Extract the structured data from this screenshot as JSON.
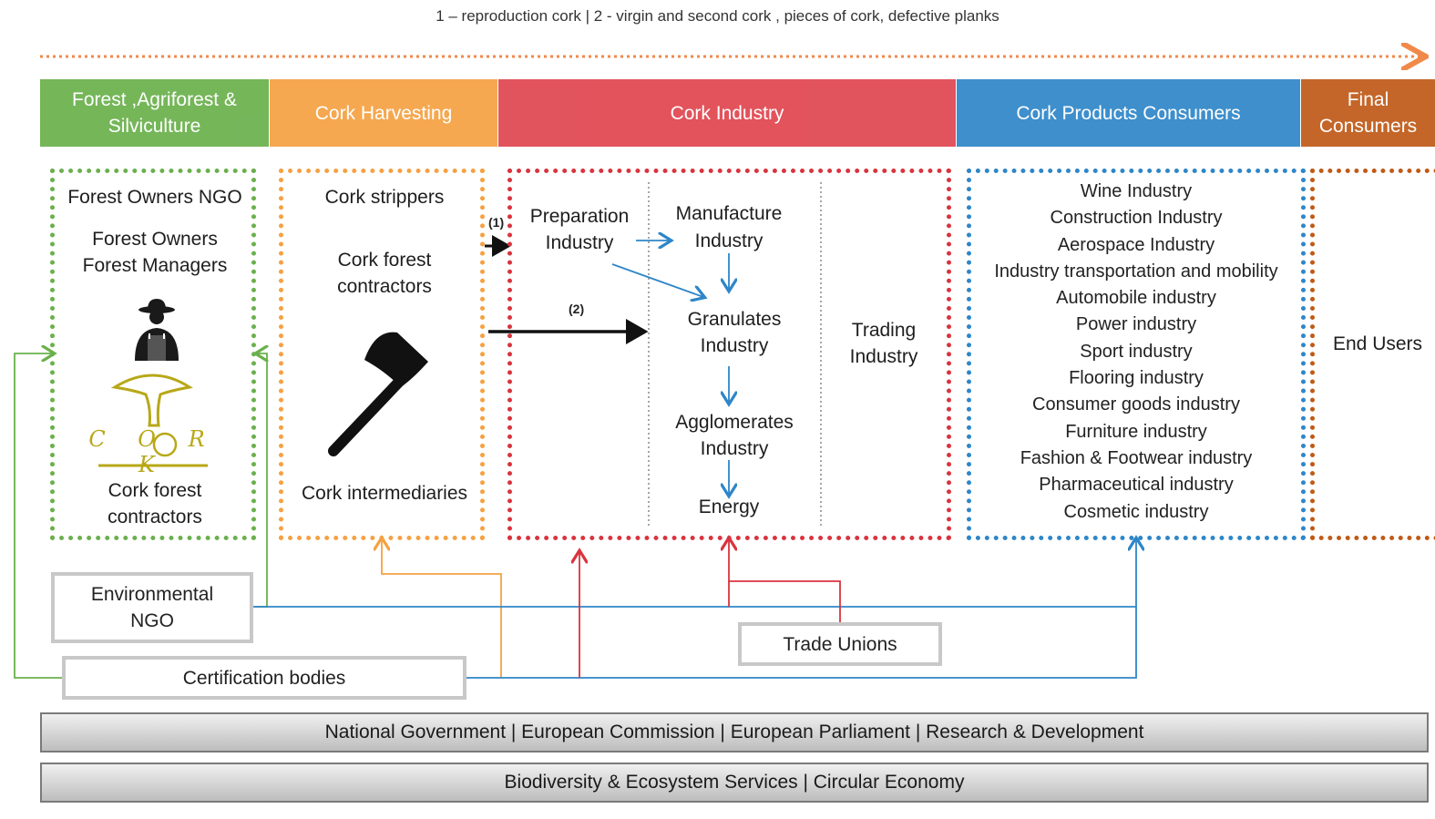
{
  "legend": "1 – reproduction cork | 2 - virgin and second cork , pieces of cork, defective planks",
  "colors": {
    "forest": "#6ab04c",
    "harvest": "#f5a142",
    "industry": "#e0454f",
    "products": "#2e86c8",
    "final": "#c05a17",
    "flow_arrow": "#f08a4b"
  },
  "stages": {
    "forest": "Forest ,Agriforest & Silviculture",
    "harvest": "Cork Harvesting",
    "industry": "Cork Industry",
    "products": "Cork Products Consumers",
    "final": "Final Consumers"
  },
  "forest_col": {
    "ngo": "Forest Owners NGO",
    "owners": "Forest Owners",
    "managers": "Forest Managers",
    "logo_letters": "C O R K",
    "contractors_1": "Cork forest",
    "contractors_2": "contractors",
    "icons": [
      "farmer-icon",
      "cork-tree-logo"
    ]
  },
  "harvest_col": {
    "strippers": "Cork strippers",
    "contractors_1": "Cork forest",
    "contractors_2": "contractors",
    "intermediaries": "Cork intermediaries",
    "icons": [
      "axe-icon"
    ]
  },
  "arrow_labels": {
    "one": "(1)",
    "two": "(2)"
  },
  "industry_col": {
    "prep_1": "Preparation",
    "prep_2": "Industry",
    "manuf_1": "Manufacture",
    "manuf_2": "Industry",
    "gran_1": "Granulates",
    "gran_2": "Industry",
    "agglo_1": "Agglomerates",
    "agglo_2": "Industry",
    "energy": "Energy",
    "trading_1": "Trading",
    "trading_2": "Industry"
  },
  "products_col": [
    "Wine Industry",
    "Construction Industry",
    "Aerospace Industry",
    "Industry transportation and mobility",
    "Automobile industry",
    "Power industry",
    "Sport industry",
    "Flooring industry",
    "Consumer goods industry",
    "Furniture industry",
    "Fashion & Footwear industry",
    "Pharmaceutical industry",
    "Cosmetic industry"
  ],
  "final_col": {
    "end_users": "End Users"
  },
  "actors": {
    "env_ngo_1": "Environmental",
    "env_ngo_2": "NGO",
    "certification": "Certification bodies",
    "trade_unions": "Trade Unions"
  },
  "bands": {
    "governance": "National Government | European Commission | European Parliament | Research & Development",
    "sustainability": "Biodiversity & Ecosystem Services | Circular Economy"
  }
}
